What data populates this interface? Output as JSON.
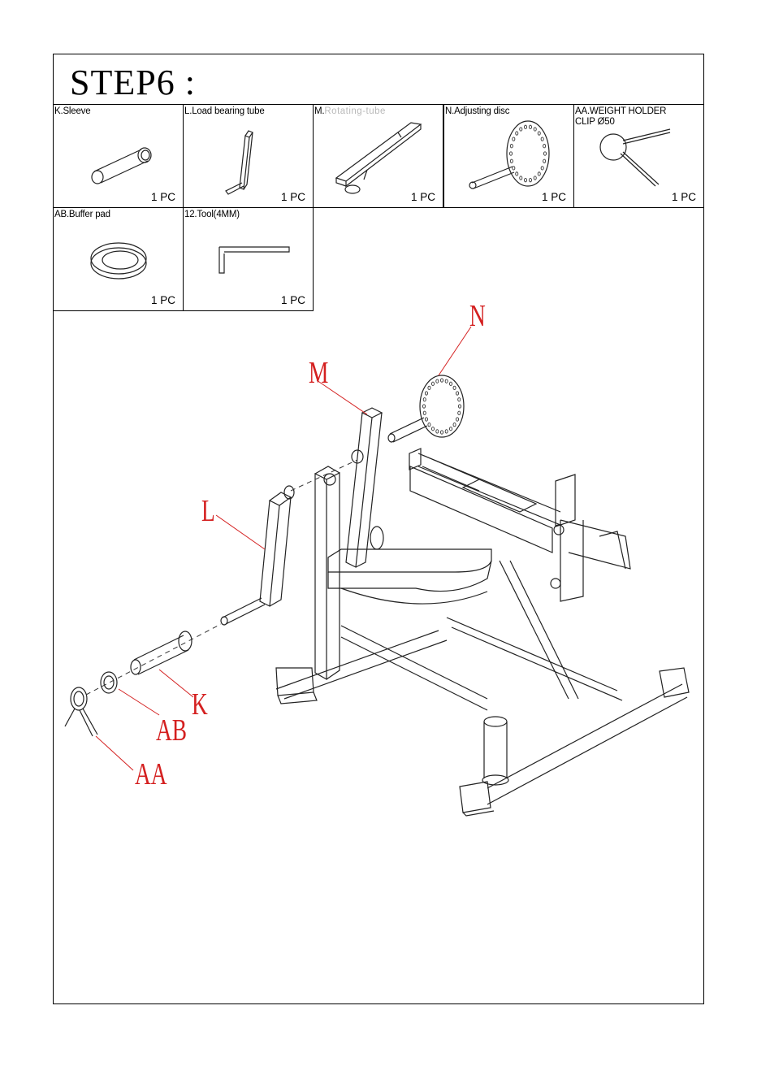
{
  "step": {
    "title": "STEP6 :"
  },
  "parts": [
    {
      "id": "K",
      "label": "K.Sleeve",
      "qty": "1 PC"
    },
    {
      "id": "L",
      "label": "L.Load bearing tube",
      "qty": "1 PC"
    },
    {
      "id": "M",
      "label_prefix": "M.",
      "label_faded": "Rotating-tube",
      "qty": "1 PC"
    },
    {
      "id": "N",
      "label": "N.Adjusting disc",
      "qty": "1 PC"
    },
    {
      "id": "AA",
      "label": "AA.WEIGHT HOLDER\nCLIP Ø50",
      "qty": "1 PC"
    },
    {
      "id": "AB",
      "label": "AB.Buffer pad",
      "qty": "1 PC"
    },
    {
      "id": "12",
      "label": "12.Tool(4MM)",
      "qty": "1 PC"
    }
  ],
  "callouts": {
    "N": "N",
    "M": "M",
    "L": "L",
    "K": "K",
    "AB": "AB",
    "AA": "AA"
  },
  "colors": {
    "callout": "#d42020",
    "line": "#222222"
  }
}
